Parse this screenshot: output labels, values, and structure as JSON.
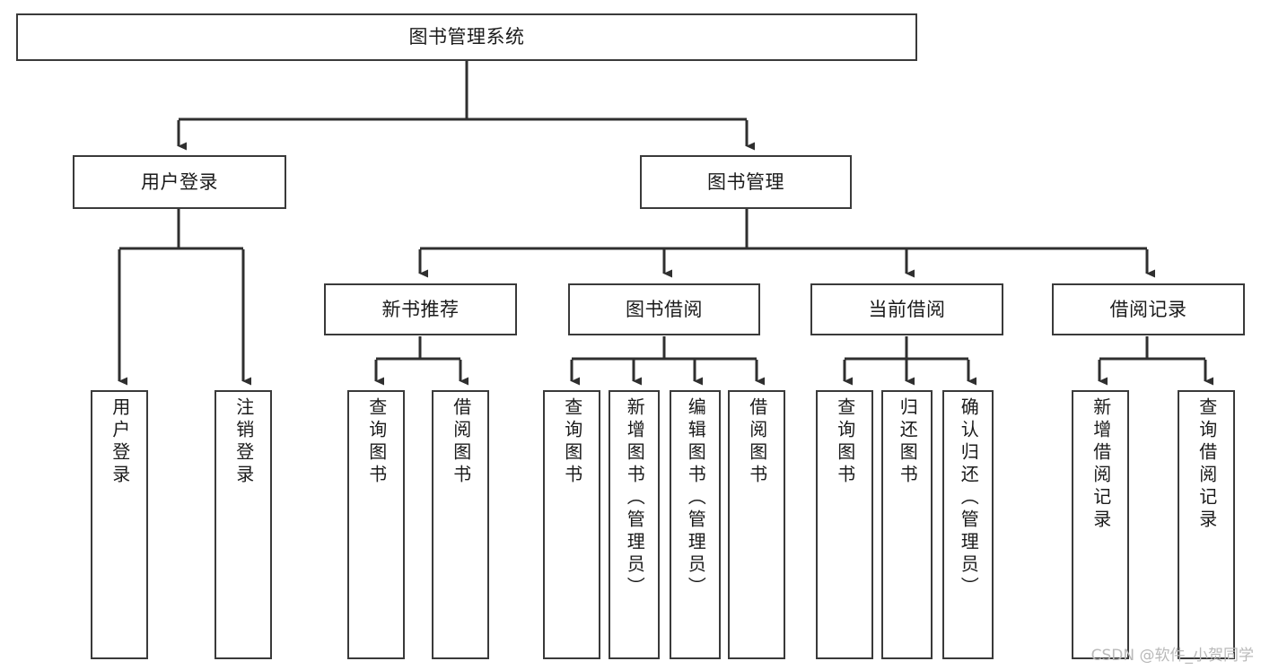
{
  "diagram": {
    "type": "tree-hierarchy-chart",
    "title": "图书管理系统",
    "line_color": "#3a3a3a",
    "box_fill": "#ffffff",
    "text_color": "#1b1b1b",
    "nodes": {
      "root": {
        "label": "图书管理系统"
      },
      "level2": [
        {
          "label": "用户登录"
        },
        {
          "label": "图书管理"
        }
      ],
      "level3": [
        {
          "label": "新书推荐"
        },
        {
          "label": "图书借阅"
        },
        {
          "label": "当前借阅"
        },
        {
          "label": "借阅记录"
        }
      ],
      "leaves": [
        {
          "label": "用户登录",
          "parent": "用户登录"
        },
        {
          "label": "注销登录",
          "parent": "用户登录"
        },
        {
          "label": "查询图书",
          "parent": "新书推荐"
        },
        {
          "label": "借阅图书",
          "parent": "新书推荐"
        },
        {
          "label": "查询图书",
          "parent": "图书借阅"
        },
        {
          "label": "新增图书（管理员）",
          "parent": "图书借阅"
        },
        {
          "label": "编辑图书（管理员）",
          "parent": "图书借阅"
        },
        {
          "label": "借阅图书",
          "parent": "图书借阅"
        },
        {
          "label": "查询图书",
          "parent": "当前借阅"
        },
        {
          "label": "归还图书",
          "parent": "当前借阅"
        },
        {
          "label": "确认归还（管理员）",
          "parent": "当前借阅"
        },
        {
          "label": "新增借阅记录",
          "parent": "借阅记录"
        },
        {
          "label": "查询借阅记录",
          "parent": "借阅记录"
        }
      ]
    }
  },
  "watermark": {
    "text": "CSDN @软件_小贺同学"
  }
}
